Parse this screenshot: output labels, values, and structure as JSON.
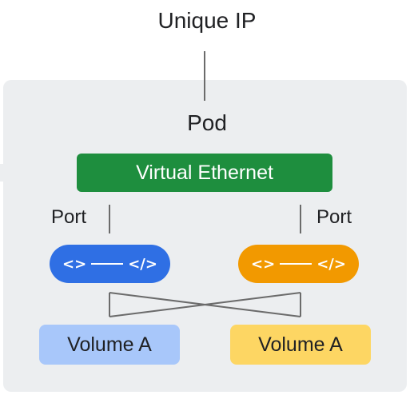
{
  "diagram": {
    "top_label": "Unique IP",
    "pod_title": "Pod",
    "virtual_ethernet": "Virtual Ethernet",
    "ports": [
      {
        "label": "Port",
        "pill_left": "<>",
        "pill_right": "</>"
      },
      {
        "label": "Port",
        "pill_left": "<>",
        "pill_right": "</>"
      }
    ],
    "volumes": [
      {
        "label": "Volume A"
      },
      {
        "label": "Volume A"
      }
    ]
  },
  "colors": {
    "pod_background": "#eceef0",
    "virtual_ethernet": "#1e8e3e",
    "left_port_pill": "#2f6fe4",
    "right_port_pill": "#f29900",
    "left_volume": "#a8c7fa",
    "right_volume": "#fdd663",
    "lines": "#6b6b6b"
  }
}
